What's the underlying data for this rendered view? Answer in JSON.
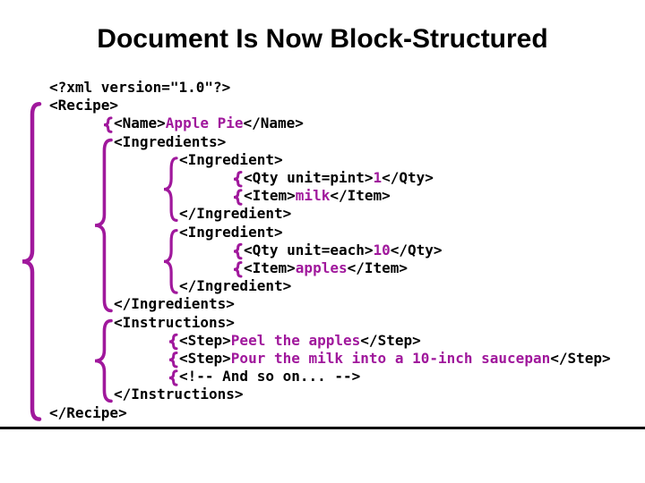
{
  "title": "Document Is Now Block-Structured",
  "colors": {
    "text": "#000000",
    "accent": "#A0189C",
    "divider": "#000000",
    "background": "#FFFFFF"
  },
  "code": {
    "lines": [
      {
        "indent": 0,
        "small_brace": false,
        "segments": [
          {
            "text": "<?xml version=\"1.0\"?>",
            "color": "text"
          }
        ]
      },
      {
        "indent": 0,
        "small_brace": false,
        "segments": [
          {
            "text": "<Recipe>",
            "color": "text"
          }
        ]
      },
      {
        "indent": 1,
        "small_brace": true,
        "segments": [
          {
            "text": "<Name>",
            "color": "text"
          },
          {
            "text": "Apple Pie",
            "color": "accent"
          },
          {
            "text": "</Name>",
            "color": "text"
          }
        ]
      },
      {
        "indent": 1,
        "small_brace": false,
        "segments": [
          {
            "text": "<Ingredients>",
            "color": "text"
          }
        ]
      },
      {
        "indent": 2,
        "small_brace": false,
        "segments": [
          {
            "text": "<Ingredient>",
            "color": "text"
          }
        ]
      },
      {
        "indent": 3,
        "small_brace": true,
        "segments": [
          {
            "text": "<Qty unit=pint>",
            "color": "text"
          },
          {
            "text": "1",
            "color": "accent"
          },
          {
            "text": "</Qty>",
            "color": "text"
          }
        ]
      },
      {
        "indent": 3,
        "small_brace": true,
        "segments": [
          {
            "text": "<Item>",
            "color": "text"
          },
          {
            "text": "milk",
            "color": "accent"
          },
          {
            "text": "</Item>",
            "color": "text"
          }
        ]
      },
      {
        "indent": 2,
        "small_brace": false,
        "segments": [
          {
            "text": "</Ingredient>",
            "color": "text"
          }
        ]
      },
      {
        "indent": 2,
        "small_brace": false,
        "segments": [
          {
            "text": "<Ingredient>",
            "color": "text"
          }
        ]
      },
      {
        "indent": 3,
        "small_brace": true,
        "segments": [
          {
            "text": "<Qty unit=each>",
            "color": "text"
          },
          {
            "text": "10",
            "color": "accent"
          },
          {
            "text": "</Qty>",
            "color": "text"
          }
        ]
      },
      {
        "indent": 3,
        "small_brace": true,
        "segments": [
          {
            "text": "<Item>",
            "color": "text"
          },
          {
            "text": "apples",
            "color": "accent"
          },
          {
            "text": "</Item>",
            "color": "text"
          }
        ]
      },
      {
        "indent": 2,
        "small_brace": false,
        "segments": [
          {
            "text": "</Ingredient>",
            "color": "text"
          }
        ]
      },
      {
        "indent": 1,
        "small_brace": false,
        "segments": [
          {
            "text": "</Ingredients>",
            "color": "text"
          }
        ]
      },
      {
        "indent": 1,
        "small_brace": false,
        "segments": [
          {
            "text": "<Instructions>",
            "color": "text"
          }
        ]
      },
      {
        "indent": 2,
        "small_brace": true,
        "segments": [
          {
            "text": "<Step>",
            "color": "text"
          },
          {
            "text": "Peel the apples",
            "color": "accent"
          },
          {
            "text": "</Step>",
            "color": "text"
          }
        ]
      },
      {
        "indent": 2,
        "small_brace": true,
        "segments": [
          {
            "text": "<Step>",
            "color": "text"
          },
          {
            "text": "Pour the milk into a 10-inch saucepan",
            "color": "accent"
          },
          {
            "text": "</Step>",
            "color": "text"
          }
        ]
      },
      {
        "indent": 2,
        "small_brace": true,
        "segments": [
          {
            "text": "<!-- And so on... -->",
            "color": "text"
          }
        ]
      },
      {
        "indent": 1,
        "small_brace": false,
        "segments": [
          {
            "text": "</Instructions>",
            "color": "text"
          }
        ]
      },
      {
        "indent": 0,
        "small_brace": false,
        "segments": [
          {
            "text": "</Recipe>",
            "color": "text"
          }
        ]
      }
    ],
    "group_braces": [
      {
        "name": "recipe-block-brace",
        "from_line": 2,
        "to_line": 19,
        "column": 0
      },
      {
        "name": "ingredients-block-brace",
        "from_line": 4,
        "to_line": 13,
        "column": 1
      },
      {
        "name": "ingredient-1-block-brace",
        "from_line": 5,
        "to_line": 8,
        "column": 2
      },
      {
        "name": "ingredient-2-block-brace",
        "from_line": 9,
        "to_line": 12,
        "column": 2
      },
      {
        "name": "instructions-block-brace",
        "from_line": 14,
        "to_line": 18,
        "column": 1
      }
    ]
  }
}
